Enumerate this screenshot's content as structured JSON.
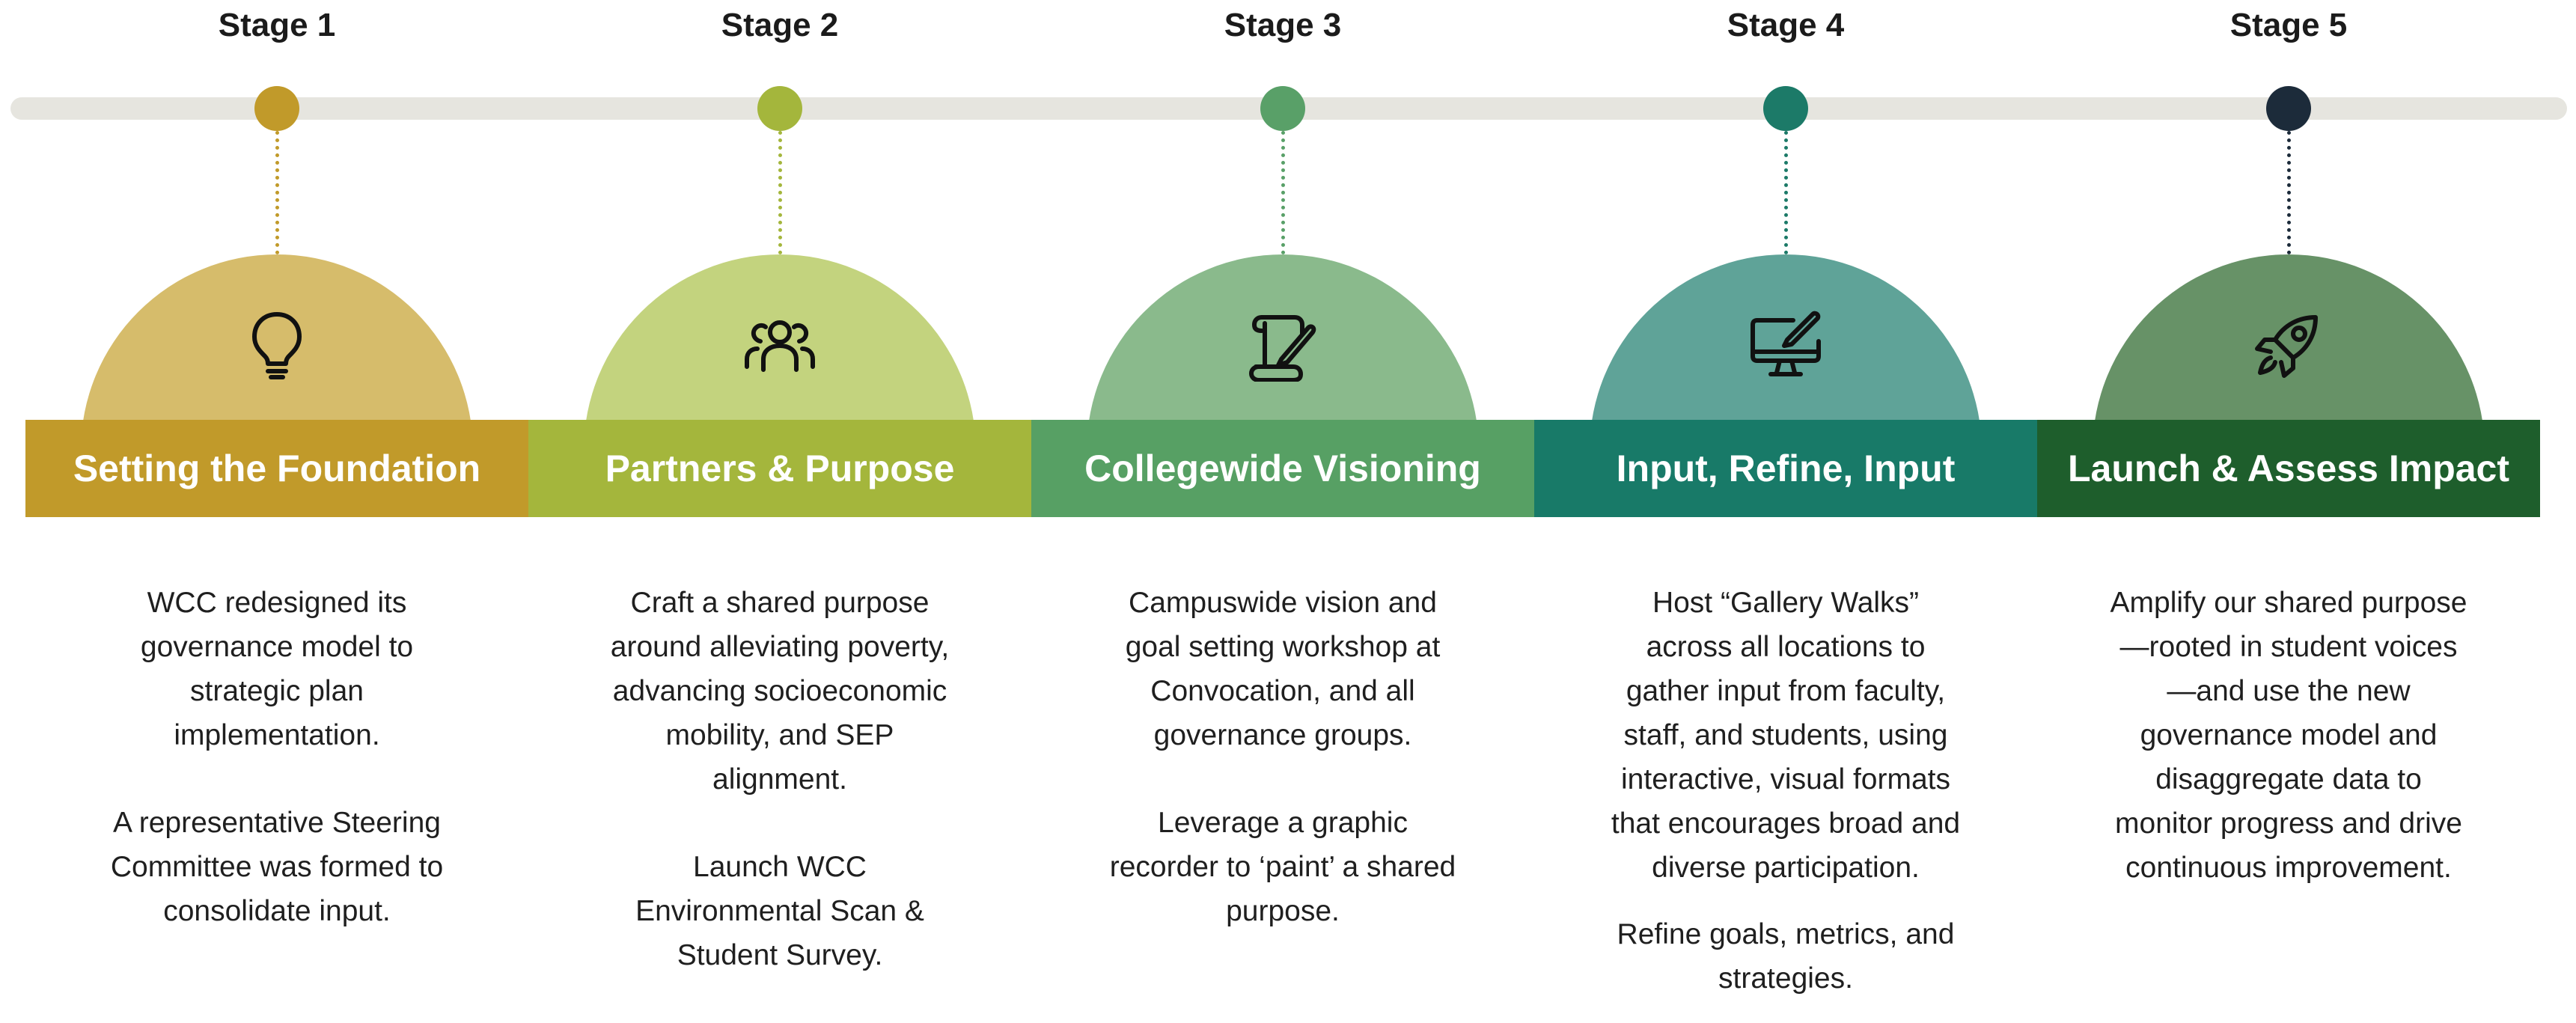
{
  "stages": [
    {
      "label": "Stage 1",
      "title": "Setting the Foundation",
      "icon": "lightbulb-icon",
      "colors": {
        "dot": "#c19a2a",
        "dome": "#d6bc6b",
        "band": "#c19a2a"
      },
      "paragraphs": [
        "WCC redesigned its governance model to strategic plan implementation.",
        "A representative Steering Committee was formed to consolidate input."
      ]
    },
    {
      "label": "Stage 2",
      "title": "Partners & Purpose",
      "icon": "people-group-icon",
      "colors": {
        "dot": "#a4b63c",
        "dome": "#c3d37e",
        "band": "#a4b63c"
      },
      "paragraphs": [
        "Craft a shared purpose around alleviating poverty, advancing socioeconomic mobility, and SEP alignment.",
        "Launch WCC Environmental Scan & Student Survey."
      ]
    },
    {
      "label": "Stage 3",
      "title": "Collegewide Visioning",
      "icon": "scroll-pen-icon",
      "colors": {
        "dot": "#59a068",
        "dome": "#8aba8c",
        "band": "#57a064"
      },
      "paragraphs": [
        "Campuswide vision and goal setting workshop at Convocation, and all governance groups.",
        "Leverage a graphic recorder to ‘paint’ a shared purpose."
      ]
    },
    {
      "label": "Stage 4",
      "title": "Input, Refine, Input",
      "icon": "computer-monitor-icon",
      "colors": {
        "dot": "#1c7a68",
        "dome": "#5fa398",
        "band": "#187a68"
      },
      "paragraphs": [
        "Host “Gallery Walks” across all locations to gather input from faculty, staff, and students, using interactive, visual formats that encourages broad and diverse participation.",
        "Refine goals, metrics, and strategies."
      ]
    },
    {
      "label": "Stage 5",
      "title": "Launch & Assess Impact",
      "icon": "rocket-icon",
      "colors": {
        "dot": "#1c2b3a",
        "dome": "#679267",
        "band": "#1e5e2c"
      },
      "paragraphs": [
        "Amplify our shared purpose—rooted in student voices—and use the new governance model and disaggregate data to monitor progress and drive continuous improvement."
      ]
    }
  ]
}
